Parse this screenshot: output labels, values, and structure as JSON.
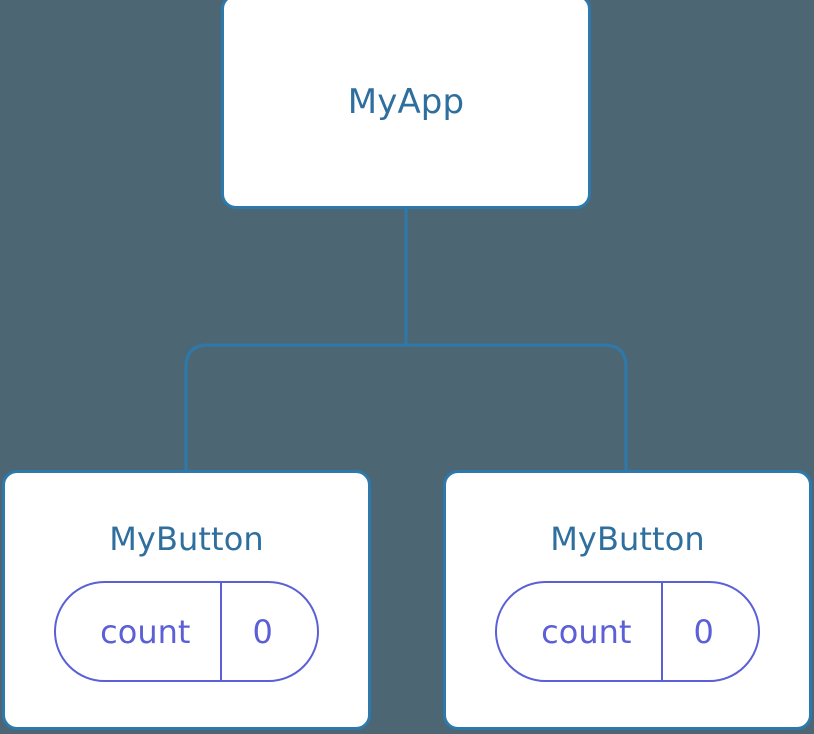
{
  "diagram": {
    "type": "component-tree",
    "background_color": "#4c6773",
    "node_border_color": "#2e79ab",
    "node_title_color": "#2e6f9e",
    "state_accent_color": "#5b60d6",
    "connector_color": "#2e79ab"
  },
  "root": {
    "title": "MyApp"
  },
  "children": [
    {
      "title": "MyButton",
      "state": {
        "key": "count",
        "value": "0"
      }
    },
    {
      "title": "MyButton",
      "state": {
        "key": "count",
        "value": "0"
      }
    }
  ]
}
